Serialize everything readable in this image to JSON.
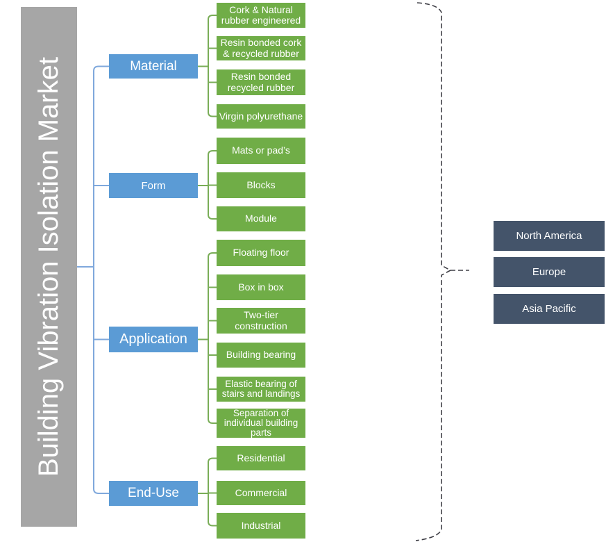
{
  "title": "Building Vibration Isolation Market",
  "segments": {
    "groups": [
      {
        "label": "Material",
        "children": [
          "Cork & Natural rubber engineered",
          "Resin bonded cork & recycled rubber",
          "Resin bonded recycled rubber",
          "Virgin polyurethane"
        ]
      },
      {
        "label": "Form",
        "children": [
          "Mats or pad’s",
          "Blocks",
          "Module"
        ]
      },
      {
        "label": "Application",
        "children": [
          "Floating floor",
          "Box in box",
          "Two-tier construction",
          "Building bearing",
          "Elastic bearing of stairs and landings",
          "Separation of individual building parts"
        ]
      },
      {
        "label": "End-Use",
        "children": [
          "Residential",
          "Commercial",
          "Industrial"
        ]
      }
    ]
  },
  "regions": [
    "North America",
    "Europe",
    "Asia Pacific"
  ],
  "colors": {
    "banner_gray": "#a6a6a6",
    "category_blue": "#5b9bd5",
    "leaf_green": "#70ad47",
    "region_slate": "#44546a",
    "connector_blue": "#7fa8dc",
    "connector_green": "#79ad57",
    "brace_gray": "#3f3f46"
  }
}
